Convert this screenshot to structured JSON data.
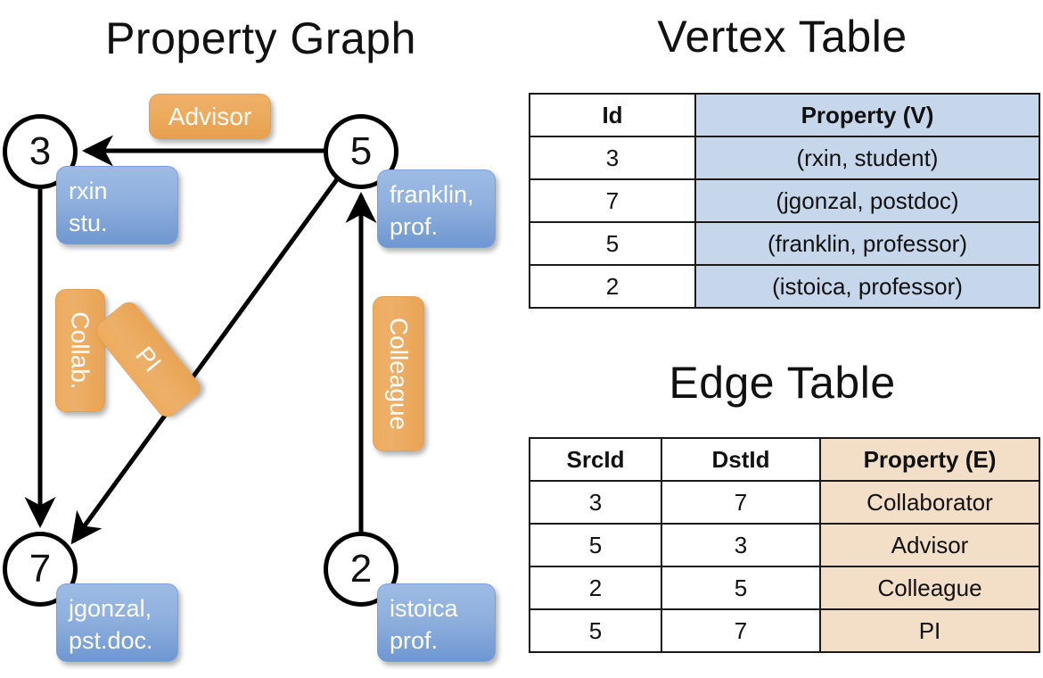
{
  "panels": {
    "graph_title": "Property Graph",
    "vertex_title": "Vertex Table",
    "edge_title": "Edge Table"
  },
  "graph": {
    "nodes": [
      {
        "id": "3",
        "name": "rxin",
        "role": "stu."
      },
      {
        "id": "5",
        "name": "franklin,",
        "role": "prof."
      },
      {
        "id": "7",
        "name": "jgonzal,",
        "role": "pst.doc."
      },
      {
        "id": "2",
        "name": "istoica",
        "role": "prof."
      }
    ],
    "edge_labels": {
      "advisor": "Advisor",
      "collab": "Collab.",
      "pi": "PI",
      "colleague": "Colleague"
    }
  },
  "vertex_table": {
    "headers": [
      "Id",
      "Property (V)"
    ],
    "rows": [
      {
        "id": "3",
        "property": "(rxin, student)"
      },
      {
        "id": "7",
        "property": "(jgonzal, postdoc)"
      },
      {
        "id": "5",
        "property": "(franklin, professor)"
      },
      {
        "id": "2",
        "property": "(istoica, professor)"
      }
    ]
  },
  "edge_table": {
    "headers": [
      "SrcId",
      "DstId",
      "Property (E)"
    ],
    "rows": [
      {
        "src": "3",
        "dst": "7",
        "property": "Collaborator"
      },
      {
        "src": "5",
        "dst": "3",
        "property": "Advisor"
      },
      {
        "src": "2",
        "dst": "5",
        "property": "Colleague"
      },
      {
        "src": "5",
        "dst": "7",
        "property": "PI"
      }
    ]
  },
  "colors": {
    "vertex_property_fill": "#c6d7ec",
    "edge_property_fill": "#f3dfc7",
    "chip_blue": "#8fb0de",
    "chip_orange": "#eaa css",
    "stroke": "#000000"
  }
}
